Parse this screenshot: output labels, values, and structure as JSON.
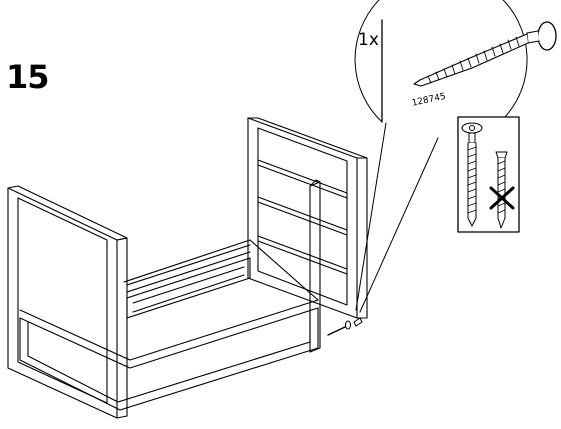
{
  "step": {
    "number": "15"
  },
  "callout": {
    "quantity": "1x",
    "part_number": "128745",
    "icon": "screw-icon"
  },
  "comparison": {
    "correct_icon": "flat-head-bolt-icon",
    "wrong_icon": "tapered-screw-icon",
    "wrong_mark_icon": "x-mark-icon"
  },
  "illustration": {
    "icon": "bed-frame-icon"
  }
}
